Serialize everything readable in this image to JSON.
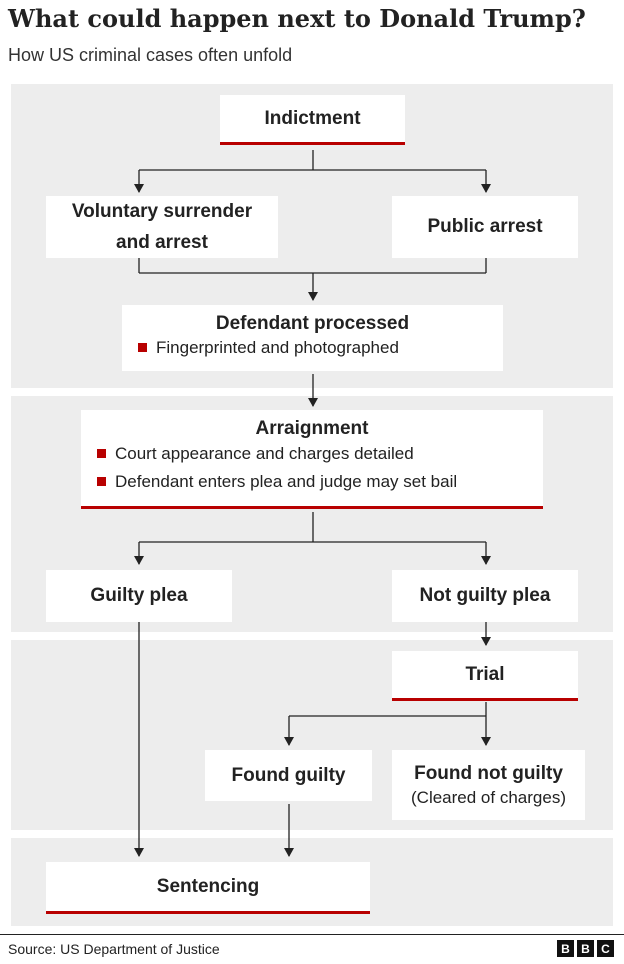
{
  "header": {
    "title": "What could happen next to Donald Trump?",
    "subtitle": "How US criminal cases often unfold"
  },
  "flow": {
    "indictment": "Indictment",
    "voluntary_surrender": "Voluntary surrender\nand arrest",
    "public_arrest": "Public arrest",
    "defendant_processed": {
      "title": "Defendant processed",
      "bullets": [
        "Fingerprinted and photographed"
      ]
    },
    "arraignment": {
      "title": "Arraignment",
      "bullets": [
        "Court appearance and charges detailed",
        "Defendant enters plea and judge may set bail"
      ]
    },
    "guilty_plea": "Guilty plea",
    "not_guilty_plea": "Not guilty plea",
    "trial": "Trial",
    "found_guilty": "Found guilty",
    "found_not_guilty": {
      "title": "Found not guilty",
      "note": "(Cleared of charges)"
    },
    "sentencing": "Sentencing"
  },
  "footer": {
    "source": "Source: US Department of Justice",
    "logo_letters": [
      "B",
      "B",
      "C"
    ]
  },
  "colors": {
    "accent": "#b80000",
    "band": "#ededed",
    "text": "#222222"
  }
}
